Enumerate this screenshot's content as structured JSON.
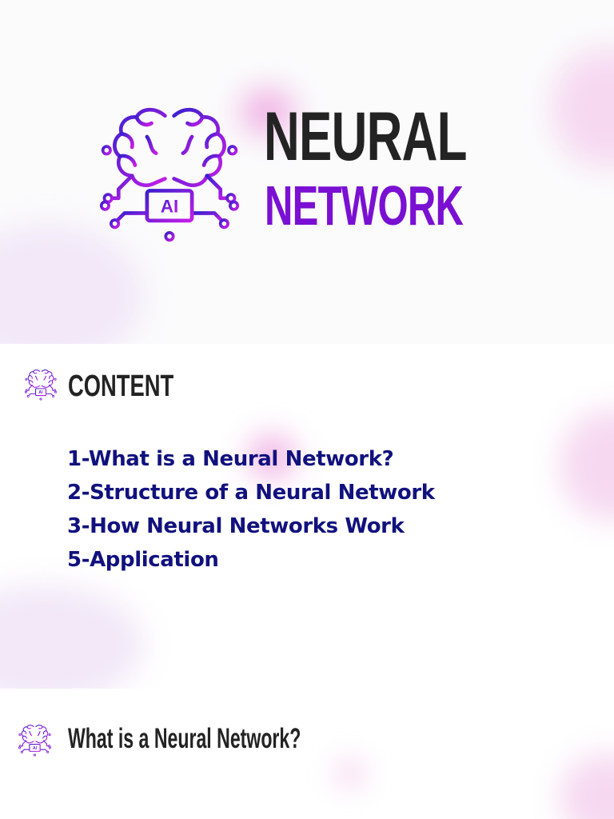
{
  "colors": {
    "dark_text": "#232323",
    "purple": "#7a10d2",
    "navy": "#11117e",
    "logo_gradient_start": "#3a1fd0",
    "logo_gradient_end": "#c61ee6",
    "blob_pink": "#f3c8ec",
    "blob_lavender": "#e9dff7"
  },
  "title_slide": {
    "logo_icon": "brain-circuit-ai-icon",
    "logo_chip_text": "AI",
    "title_line1": "NEURAL",
    "title_line2": "NETWORK"
  },
  "content_slide": {
    "icon": "brain-circuit-ai-icon",
    "heading": "CONTENT",
    "items": [
      "1-What is a Neural Network?",
      "2-Structure of a Neural Network",
      "3-How Neural Networks Work",
      "5-Application"
    ]
  },
  "section_slide": {
    "icon": "brain-circuit-ai-icon",
    "heading": "What is a Neural Network?"
  }
}
